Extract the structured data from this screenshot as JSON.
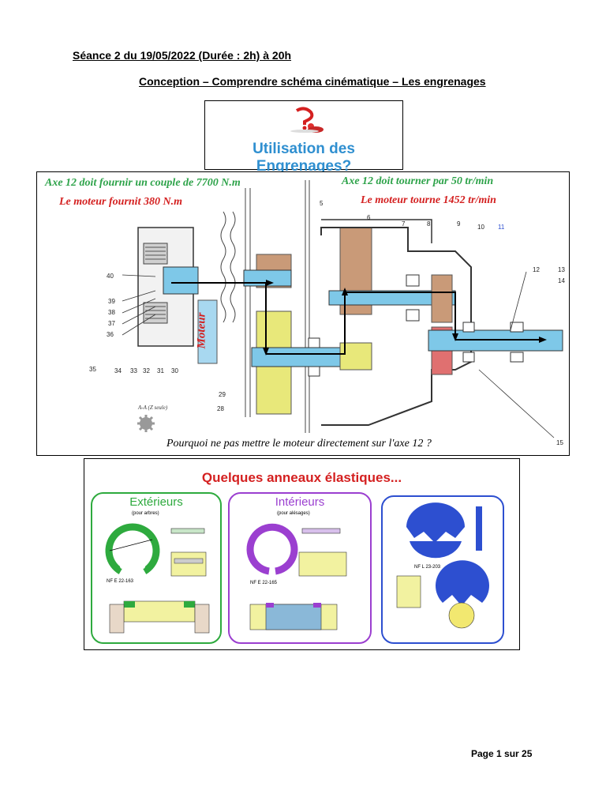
{
  "header": {
    "session": "Séance 2 du 19/05/2022  (Durée : 2h) à 20h",
    "subject": "Conception – Comprendre schéma cinématique – Les engrenages"
  },
  "title_box": {
    "title": "Utilisation des Engrenages?",
    "icon": "thinking-person-question-icon"
  },
  "mechanism": {
    "ann_torque_out": "Axe 12 doit fournir un couple de 7700 N.m",
    "ann_torque_motor": "Le moteur fournit 380 N.m",
    "ann_speed_out": "Axe 12 doit tourner par 50 tr/min",
    "ann_speed_motor": "Le moteur tourne 1452 tr/min",
    "motor_label": "Moteur",
    "question": "Pourquoi ne pas mettre le moteur directement sur l'axe 12 ?",
    "section_label": "A-A (Z seule)",
    "part_numbers": [
      "5",
      "6",
      "7",
      "8",
      "9",
      "10",
      "11",
      "12",
      "13",
      "14",
      "15",
      "28",
      "29",
      "30",
      "31",
      "32",
      "33",
      "34",
      "35",
      "36",
      "37",
      "38",
      "39",
      "40"
    ],
    "colors": {
      "green_text": "#2ea34a",
      "red_text": "#d42020",
      "shaft": "#7ec8e8",
      "gear_brown": "#c99a78",
      "gear_yellow": "#e8e87a",
      "gear_red": "#e07070"
    }
  },
  "rings": {
    "title": "Quelques anneaux élastiques...",
    "exterior": {
      "title": "Extérieurs",
      "subtitle": "(pour arbres)",
      "norm": "NF E 22-163"
    },
    "interior": {
      "title": "Intérieurs",
      "subtitle": "(pour alésages)",
      "norm": "NF E 22-165"
    },
    "e_clip": {
      "norm": "NF L 23-203"
    },
    "colors": {
      "green": "#2eaa3e",
      "purple": "#9b3fd0",
      "blue": "#2d4fd0",
      "title_red": "#d42020"
    }
  },
  "footer": {
    "page": "Page 1 sur 25"
  }
}
